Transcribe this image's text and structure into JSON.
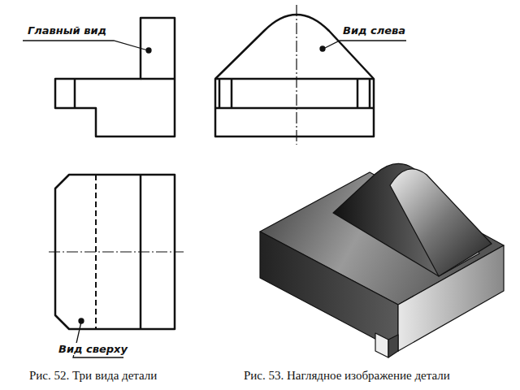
{
  "diagram": {
    "labels": [
      "Главный вид",
      "Вид слева",
      "Вид сверху",
      "Рис. 52. Три вида детали",
      "Рис. 53. Наглядное изображение детали"
    ]
  }
}
